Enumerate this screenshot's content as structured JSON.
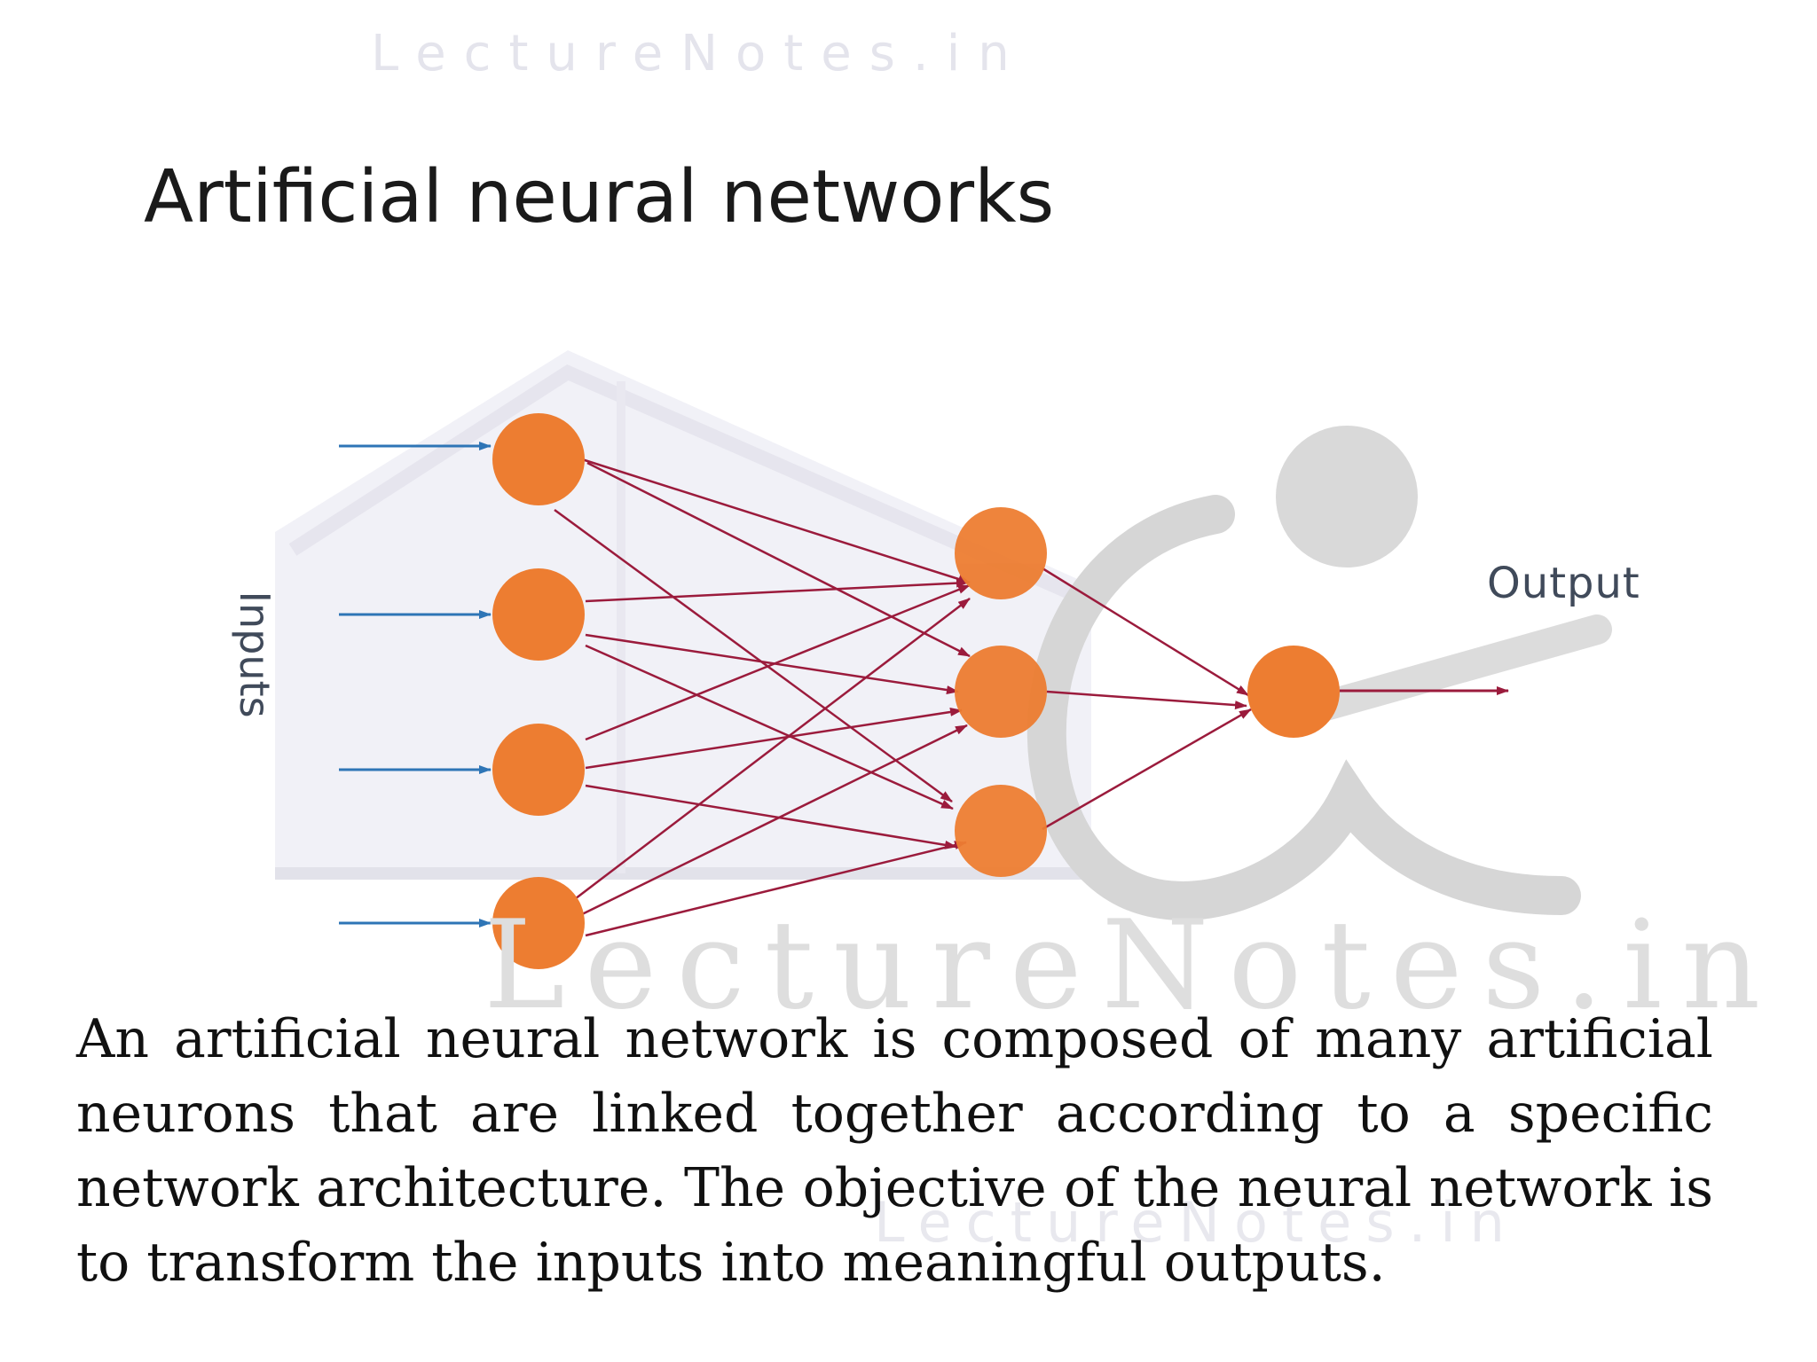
{
  "watermark": {
    "top": "LectureNotes.in",
    "middle": "LectureNotes.in",
    "bottom": "LectureNotes.in"
  },
  "slide": {
    "title": "Artificial neural networks",
    "caption": "An artificial neural network is composed of many artificial neurons that are linked together according to a specific network architecture. The objective of the neural network is to transform the inputs into meaningful outputs."
  },
  "diagram": {
    "inputs_label": "Inputs",
    "output_label": "Output",
    "layers": [
      {
        "name": "input",
        "neurons": 4
      },
      {
        "name": "hidden",
        "neurons": 3
      },
      {
        "name": "output",
        "neurons": 1
      }
    ],
    "colors": {
      "neuron": "#ed7d31",
      "input_arrow": "#2e75b6",
      "connection": "#9b1b3c"
    }
  }
}
